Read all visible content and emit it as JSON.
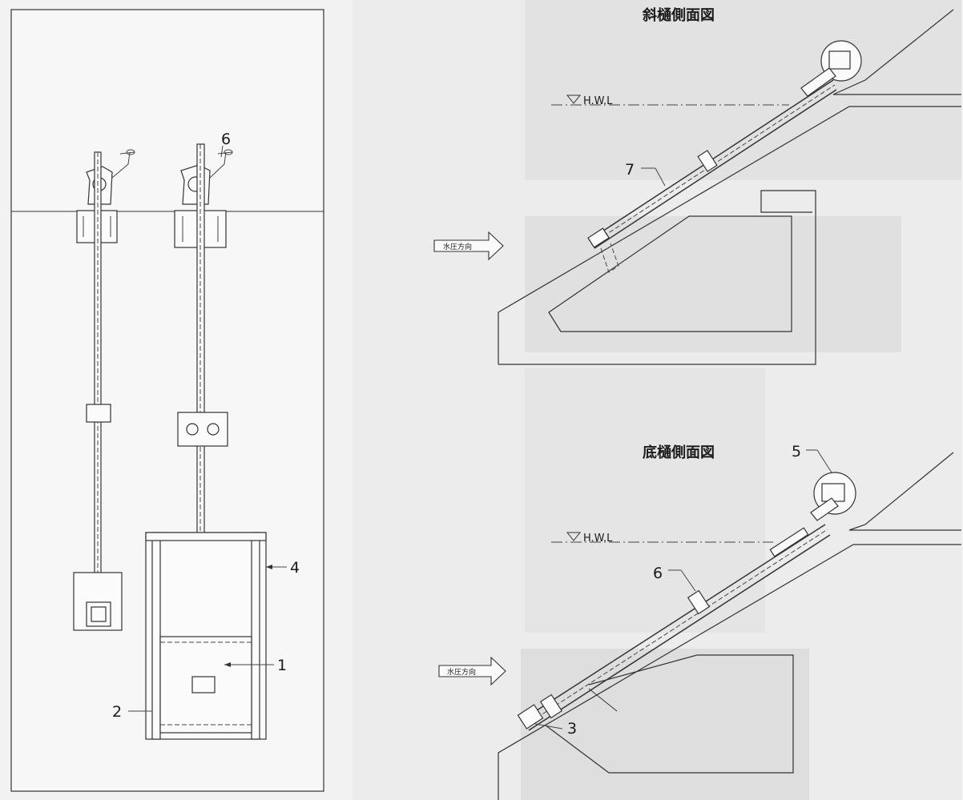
{
  "titles": {
    "inclined_side_view": "斜樋側面図",
    "bottom_side_view": "底樋側面図"
  },
  "labels": {
    "water_pressure_direction": "水圧方向",
    "hwl": "H.W.L"
  },
  "part_numbers": {
    "p1": "1",
    "p2": "2",
    "p3": "3",
    "p4": "4",
    "p5": "5",
    "p6": "6",
    "p7": "7"
  },
  "colors": {
    "paper": "#f2f2f2",
    "line": "#333333",
    "shading": "#e3e3e3"
  }
}
